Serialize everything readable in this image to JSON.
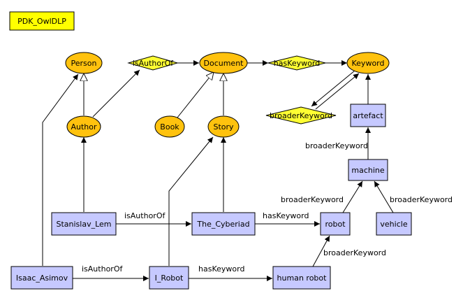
{
  "title": "PDK_OwlDLP",
  "colors": {
    "class_fill": "#ffc20e",
    "property_fill": "#ffff33",
    "instance_fill": "#c6c9ff",
    "title_fill": "#ffff00",
    "stroke": "#000000"
  },
  "nodes": {
    "person": "Person",
    "is_author_of": "isAuthorOf",
    "document": "Document",
    "has_keyword": "hasKeyword",
    "keyword": "Keyword",
    "broader_keyword": "broaderKeyword",
    "author": "Author",
    "book": "Book",
    "story": "Story",
    "artefact": "artefact",
    "machine": "machine",
    "stanislav_lem": "Stanislav_Lem",
    "the_cyberiad": "The_Cyberiad",
    "robot": "robot",
    "vehicle": "vehicle",
    "isaac_asimov": "Isaac_Asimov",
    "i_robot": "I_Robot",
    "human_robot": "human robot"
  },
  "edge_labels": {
    "machine_artefact": "broaderKeyword",
    "robot_machine": "broaderKeyword",
    "vehicle_machine": "broaderKeyword",
    "lem_cyberiad": "isAuthorOf",
    "cyberiad_robot": "hasKeyword",
    "human_robot_robot": "broaderKeyword",
    "asimov_irobot": "isAuthorOf",
    "irobot_human": "hasKeyword"
  }
}
